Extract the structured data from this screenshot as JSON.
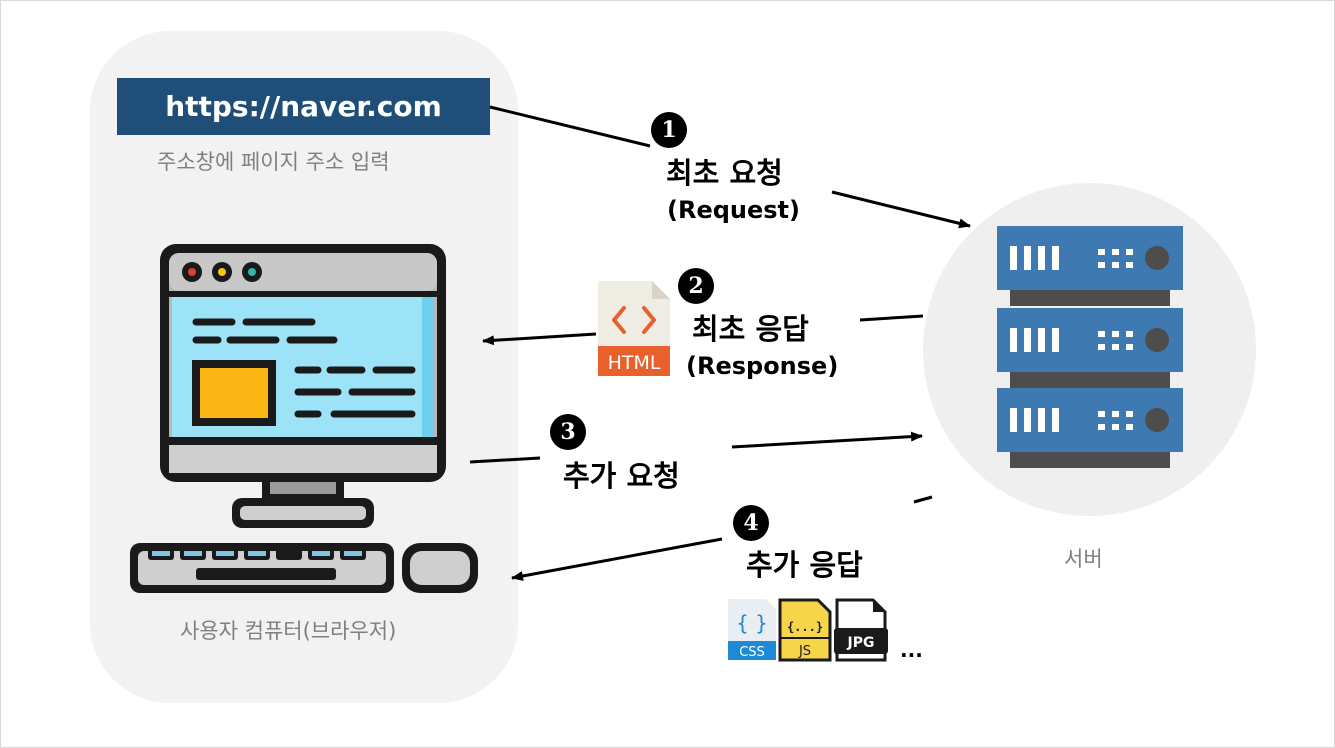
{
  "client": {
    "url": "https://naver.com",
    "url_caption": "주소창에 페이지 주소 입력",
    "caption": "사용자 컴퓨터(브라우저)"
  },
  "server": {
    "caption": "서버"
  },
  "steps": [
    {
      "number": "1",
      "title": "최초 요청",
      "subtitle": "(Request)"
    },
    {
      "number": "2",
      "title": "최초 응답",
      "subtitle": "(Response)"
    },
    {
      "number": "3",
      "title": "추가 요청",
      "subtitle": ""
    },
    {
      "number": "4",
      "title": "추가 응답",
      "subtitle": ""
    }
  ],
  "files": {
    "html": "HTML",
    "css": "CSS",
    "js": "JS",
    "js_glyph": "{...}",
    "jpg": "JPG",
    "css_glyph": "{ }",
    "more": "..."
  },
  "icons": [
    "monitor-icon",
    "keyboard-icon",
    "mouse-icon",
    "server-rack-icon",
    "html-file-icon",
    "css-file-icon",
    "js-file-icon",
    "jpg-file-icon"
  ]
}
